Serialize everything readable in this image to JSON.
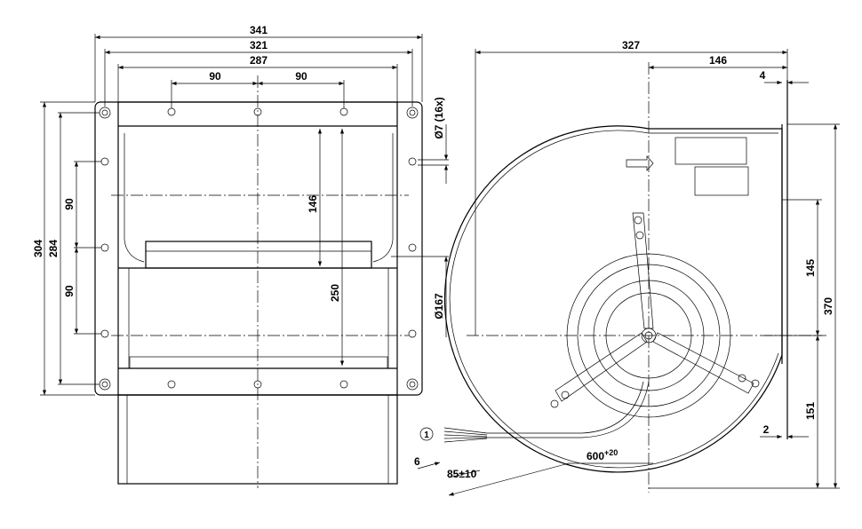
{
  "dimensions": {
    "front": {
      "width_overall": "341",
      "width_flange": "321",
      "width_inner": "287",
      "hole_pitch_top_left": "90",
      "hole_pitch_top_right": "90",
      "height_overall": "304",
      "height_holes": "284",
      "hole_pitch_side_upper": "90",
      "hole_pitch_side_lower": "90",
      "outlet_height": "146",
      "depth_250": "250",
      "hole_diameter": "Ø7 (16x)",
      "inlet_diameter": "Ø167"
    },
    "side": {
      "width_overall": "327",
      "axis_offset": "146",
      "flange_thickness": "4",
      "axis_height_upper": "145",
      "height_overall": "370",
      "axis_height_lower": "151",
      "gap": "2",
      "cable_length": "600",
      "cable_tolerance": "+20",
      "strip_length": "6",
      "wire_length": "85±10",
      "callout": "1"
    }
  }
}
